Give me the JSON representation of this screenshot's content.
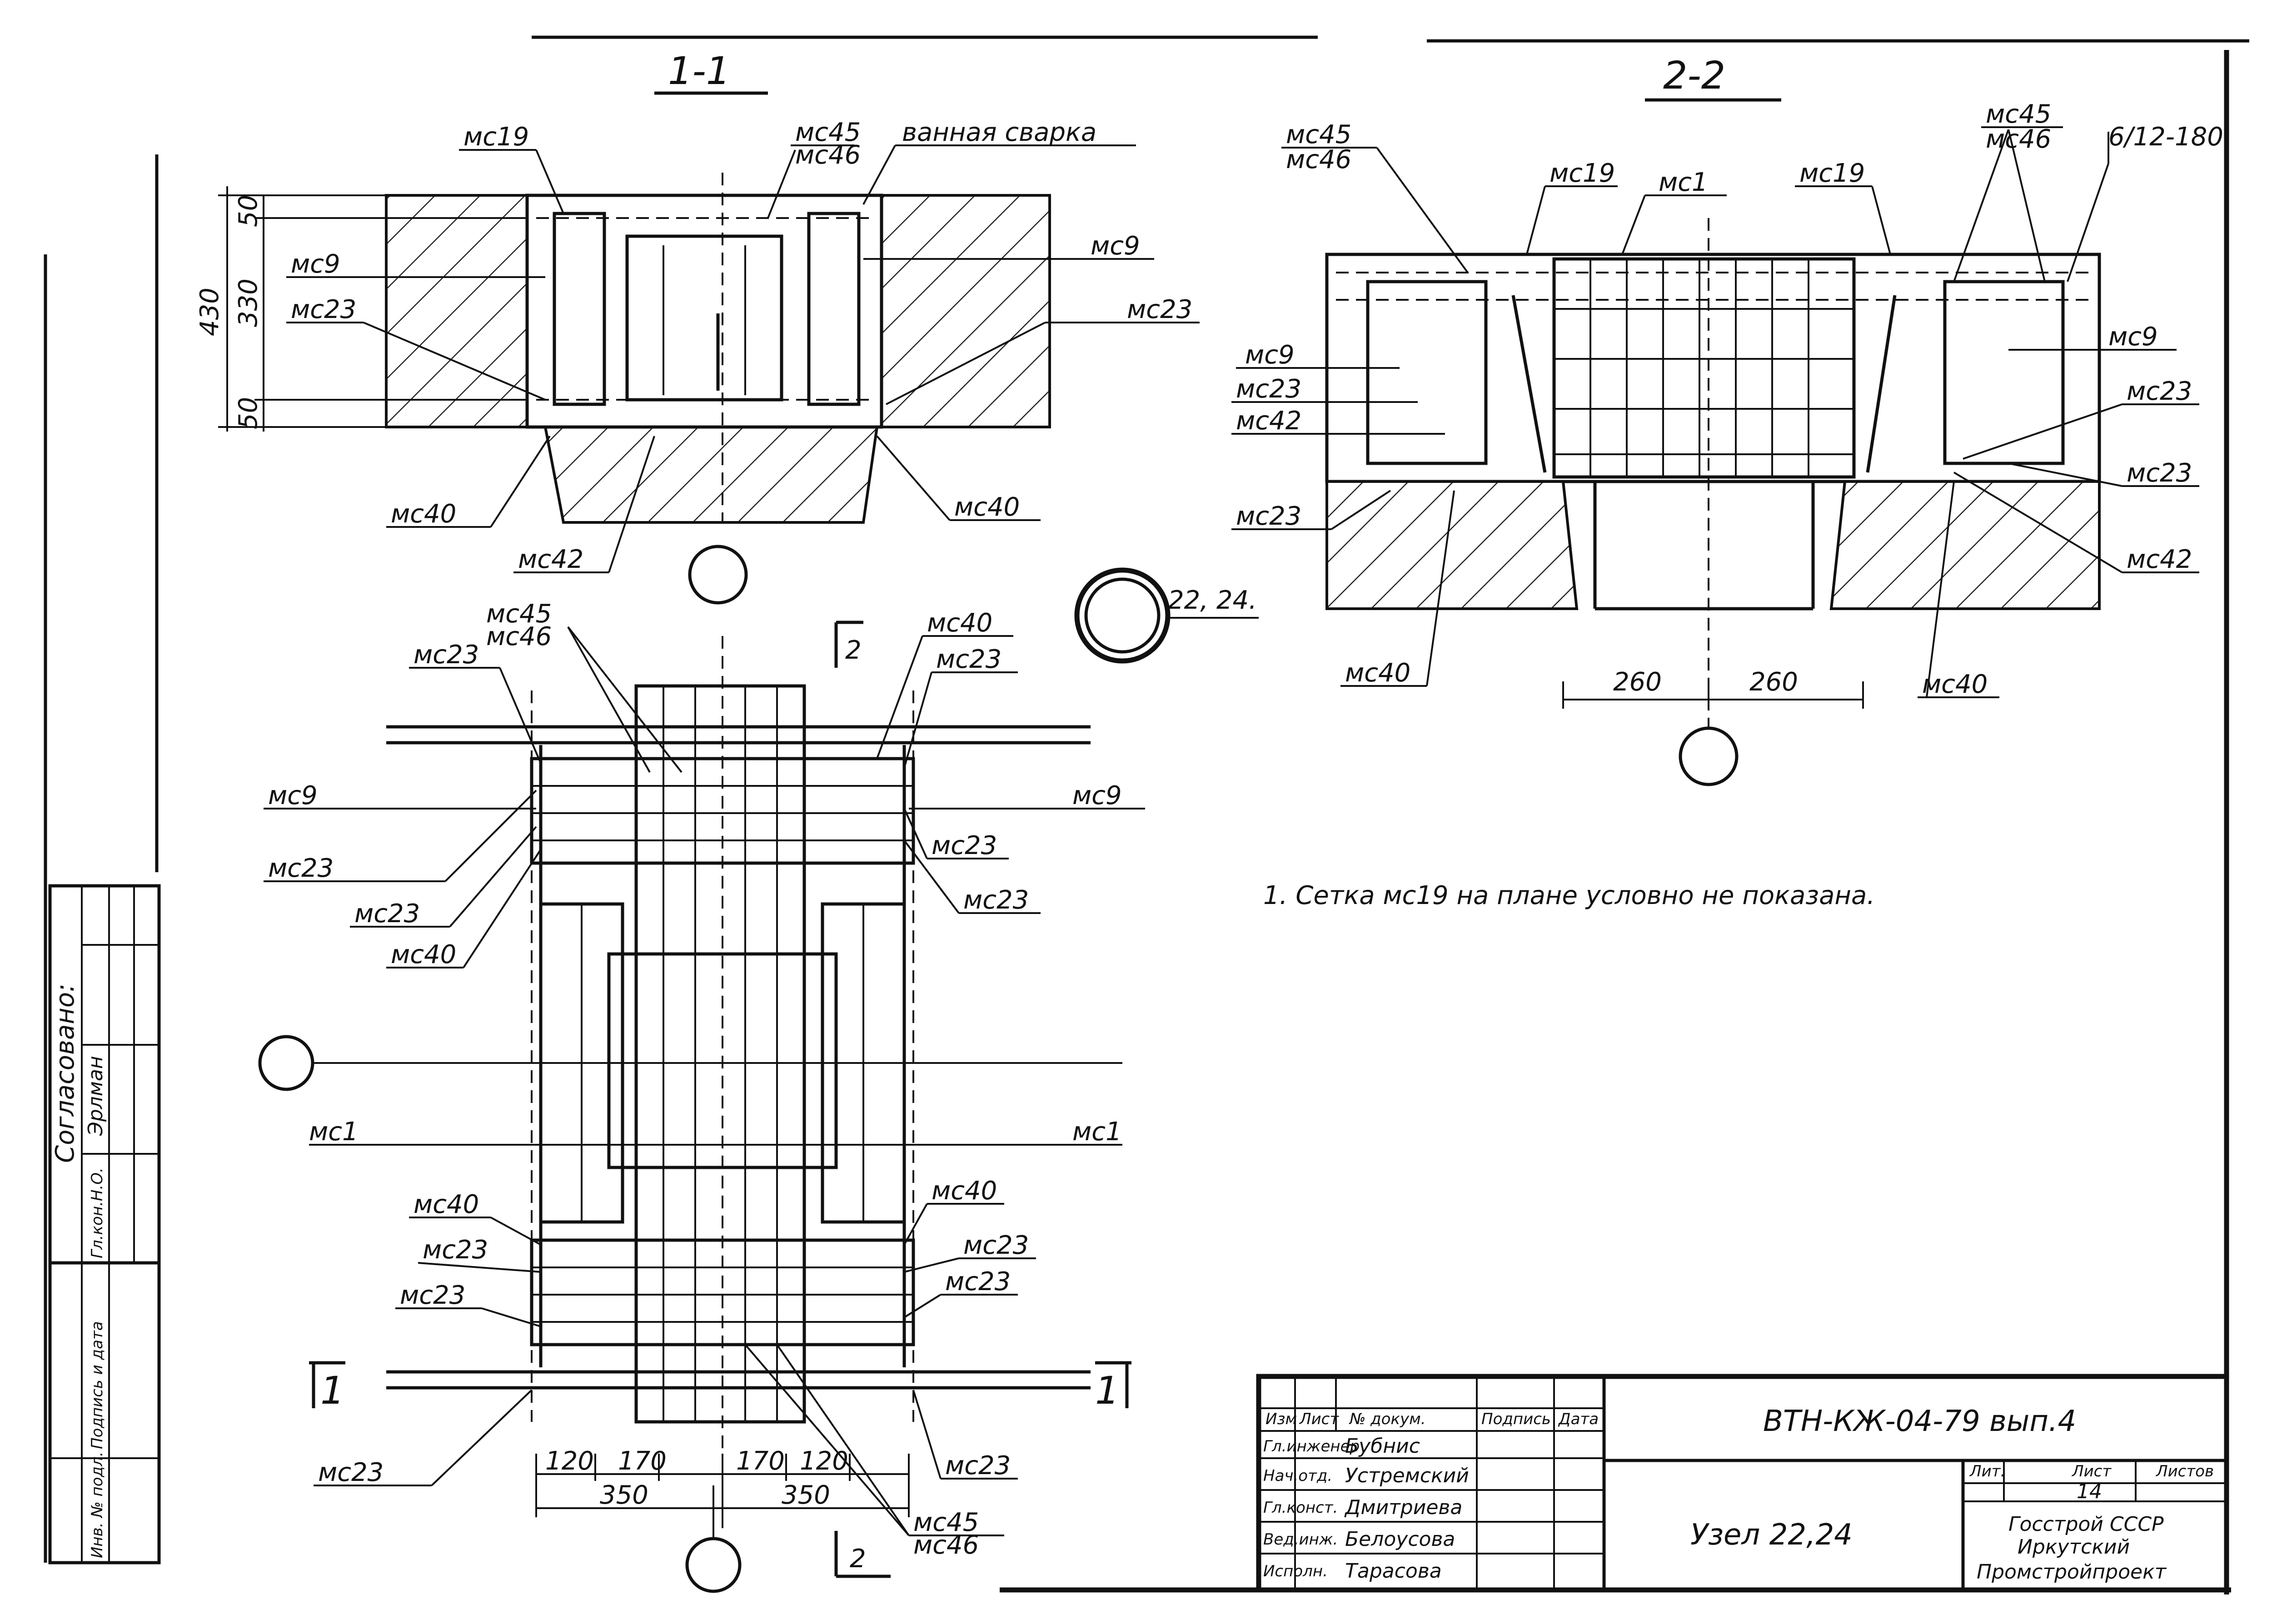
{
  "section_1_1": {
    "title": "1-1",
    "labels": {
      "mc19": "мс19",
      "mc45": "мс45",
      "mc46": "мс46",
      "bath_weld": "ванная сварка",
      "mc9": "мс9",
      "mc23_left": "мс23",
      "mc23_right": "мс23",
      "mc40_left": "мс40",
      "mc40_right": "мс40",
      "mc42": "мс42"
    },
    "dims": {
      "total": "430",
      "top": "50",
      "mid": "330",
      "bottom": "50"
    }
  },
  "section_2_2": {
    "title": "2-2",
    "labels": {
      "mc45": "мс45",
      "mc46": "мс46",
      "mc19_left": "мс19",
      "mc1": "мс1",
      "mc19_right": "мс19",
      "mc45_right": "мс45",
      "mc46_right": "мс46",
      "rebar_note": "6/12-180",
      "mc9_left": "мс9",
      "mc23_left": "мс23",
      "mc42_left": "мс42",
      "mc23_left_lower": "мс23",
      "mc40_left": "мс40",
      "mc9_right": "мс9",
      "mc23_right_a": "мс23",
      "mc23_right_b": "мс23",
      "mc42_right": "мс42",
      "mc40_right": "мс40"
    },
    "dims": {
      "left": "260",
      "right": "260"
    }
  },
  "node_marker": {
    "label": "22, 24."
  },
  "plan": {
    "labels": {
      "mc45": "мс45",
      "mc46": "мс46",
      "mc23_tl": "мс23",
      "mc40_tr": "мс40",
      "mc23_tr": "мс23",
      "mc9_left": "мс9",
      "mc9_right": "мс9",
      "mc23_l1": "мс23",
      "mc23_l2": "мс23",
      "mc23_r1": "мс23",
      "mc23_r2": "мс23",
      "mc40_l": "мс40",
      "mc1_left": "мс1",
      "mc1_right": "мс1",
      "mc40_bl": "мс40",
      "mc40_br": "мс40",
      "mc23_bl1": "мс23",
      "mc23_bl2": "мс23",
      "mc23_br1": "мс23",
      "mc23_br2": "мс23",
      "mc23_bottom_left": "мс23",
      "mc23_bottom_right": "мс23",
      "mc45_b": "мс45",
      "mc46_b": "мс46",
      "section_1_left": "1",
      "section_1_right": "1",
      "section_2_top": "2",
      "section_2_bottom": "2"
    },
    "dims": {
      "d1": "120",
      "d2": "170",
      "d3": "170",
      "d4": "120",
      "d5": "350",
      "d6": "350"
    }
  },
  "note": "1. Сетка мс19 на плане условно не показана.",
  "approval": {
    "title": "Согласовано:",
    "role": "Гл.кон.Н.О.",
    "name": "Эрлман",
    "inv_label": "Инв. № подл.",
    "sign_label": "Подпись и дата"
  },
  "title_block": {
    "headers": {
      "izm": "Изм",
      "list": "Лист",
      "doc": "№ докум.",
      "sign": "Подпись",
      "date": "Дата"
    },
    "rows": [
      {
        "role": "Гл.инженер",
        "name": "Бубнис"
      },
      {
        "role": "Нач.отд.",
        "name": "Устремский"
      },
      {
        "role": "Гл.конст.",
        "name": "Дмитриева"
      },
      {
        "role": "Вед.инж.",
        "name": "Белоусова"
      },
      {
        "role": "Исполн.",
        "name": "Тарасова"
      }
    ],
    "code": "ВТН-КЖ-04-79 вып.4",
    "drawing_title": "Узел 22,24",
    "stage_label": "Лит.",
    "sheet_label": "Лист",
    "sheets_label": "Листов",
    "sheet_no": "14",
    "org": [
      "Госстрой СССР",
      "Иркутский",
      "Промстройпроект"
    ]
  }
}
